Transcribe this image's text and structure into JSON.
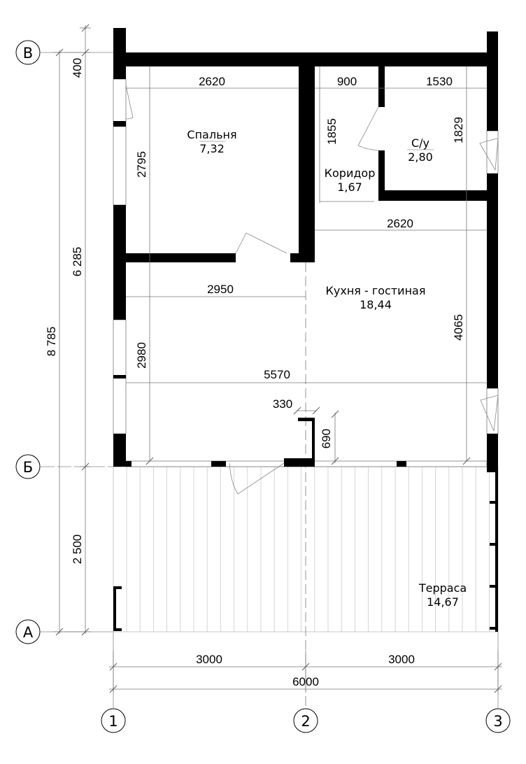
{
  "drawing": {
    "axes": {
      "rows": [
        "В",
        "Б",
        "А"
      ],
      "columns": [
        "1",
        "2",
        "3"
      ]
    },
    "rooms": [
      {
        "name": "Спальня",
        "area": "7,32"
      },
      {
        "name": "С/у",
        "area": "2,80"
      },
      {
        "name": "Коридор",
        "area": "1,67"
      },
      {
        "name": "Кухня - гостиная",
        "area": "18,44"
      },
      {
        "name": "Терраса",
        "area": "14,67"
      }
    ],
    "dimensions": {
      "overall_vertical": "8 785",
      "vertical_400": "400",
      "vertical_6285": "6 285",
      "vertical_2500": "2 500",
      "bedroom_width": "2620",
      "corridor_width": "900",
      "bath_width": "1530",
      "bedroom_depth": "2795",
      "corridor_depth": "1855",
      "bath_depth": "1829",
      "kitchen_upper_width": "2620",
      "kitchen_left_width": "2950",
      "kitchen_depth_left": "2980",
      "kitchen_depth_right": "4065",
      "kitchen_full_width": "5570",
      "niche_width": "330",
      "niche_depth": "690",
      "bay_1": "3000",
      "bay_2": "3000",
      "overall_horizontal": "6000"
    }
  }
}
